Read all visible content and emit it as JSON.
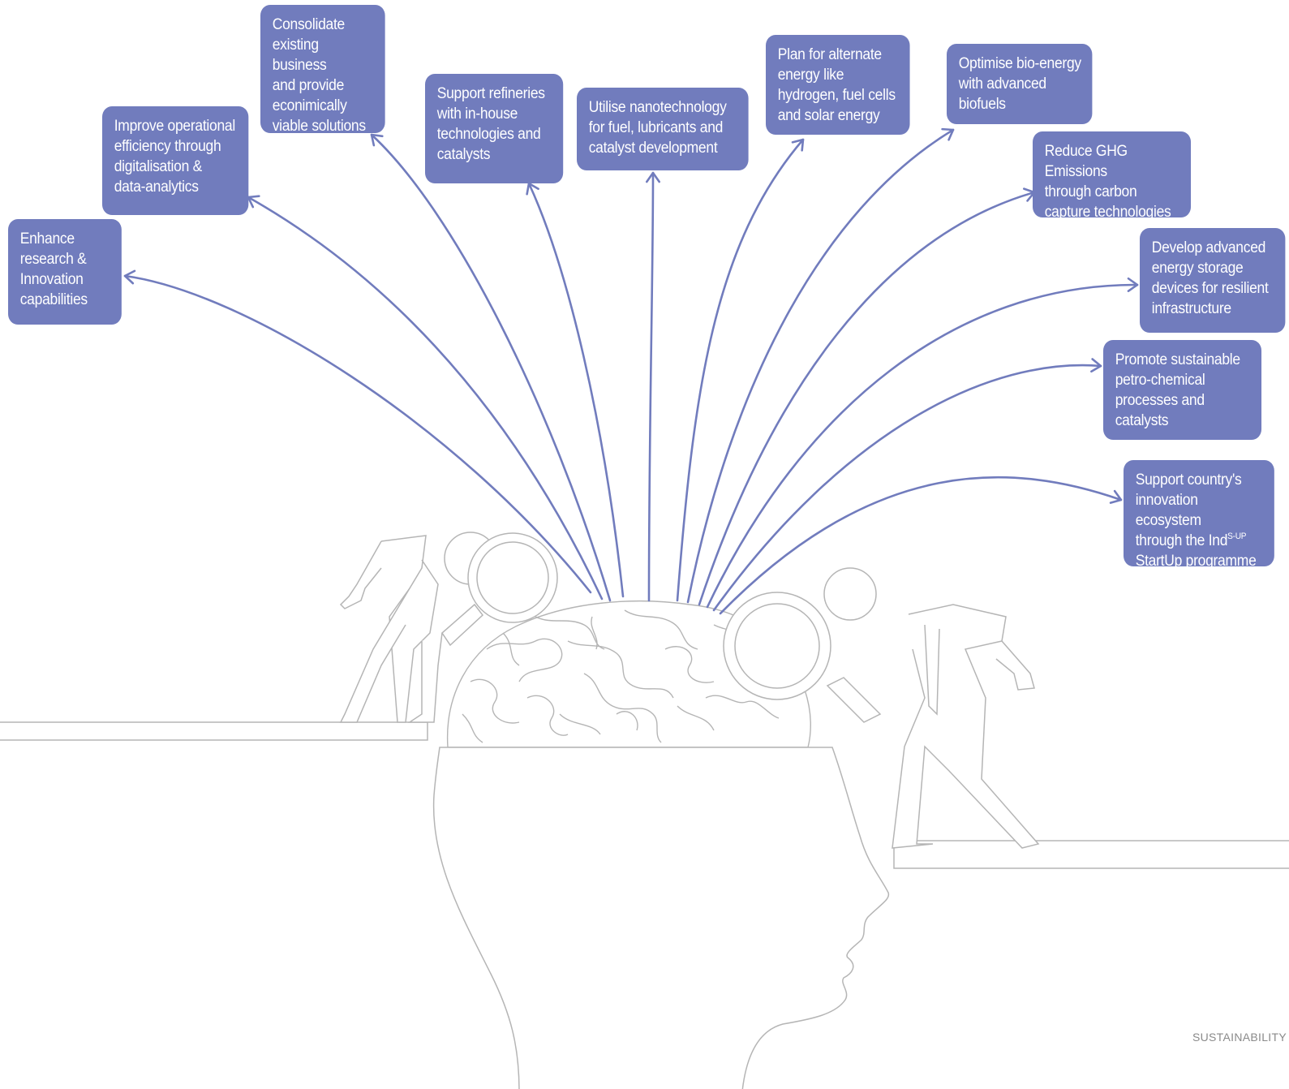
{
  "boxes": [
    {
      "id": "enhance-research",
      "text": "Enhance\nresearch &\nInnovation\ncapabilities"
    },
    {
      "id": "improve-operational",
      "text": "Improve operational\nefficiency through\ndigitalisation &\ndata-analytics"
    },
    {
      "id": "consolidate-business",
      "text": "Consolidate\nexisting business\nand provide\neconimically\nviable solutions"
    },
    {
      "id": "support-refineries",
      "text": "Support refineries\nwith in-house\ntechnologies and\ncatalysts"
    },
    {
      "id": "utilise-nanotechnology",
      "text": "Utilise nanotechnology\nfor fuel, lubricants and\ncatalyst development"
    },
    {
      "id": "plan-alternate-energy",
      "text": "Plan for alternate\nenergy like\nhydrogen, fuel cells\nand solar energy"
    },
    {
      "id": "optimise-bioenergy",
      "text": "Optimise bio-energy\nwith advanced\nbiofuels"
    },
    {
      "id": "reduce-ghg",
      "text": "Reduce GHG Emissions\nthrough carbon\ncapture technologies"
    },
    {
      "id": "energy-storage",
      "text": "Develop advanced\nenergy storage\ndevices for resilient\ninfrastructure"
    },
    {
      "id": "petro-chemical",
      "text": "Promote sustainable\npetro-chemical\nprocesses and\ncatalysts"
    },
    {
      "id": "startup-ecosystem",
      "text_before": "Support country's\ninnovation ecosystem\nthrough the Ind",
      "superscript": "S-UP",
      "text_after": "\nStartUp programme"
    }
  ],
  "footer": "SUSTAINABILITY",
  "colors": {
    "box_fill": "#717cbd",
    "box_text": "#ffffff",
    "line_art": "#b5b5b5",
    "arrow": "#717cbd"
  }
}
